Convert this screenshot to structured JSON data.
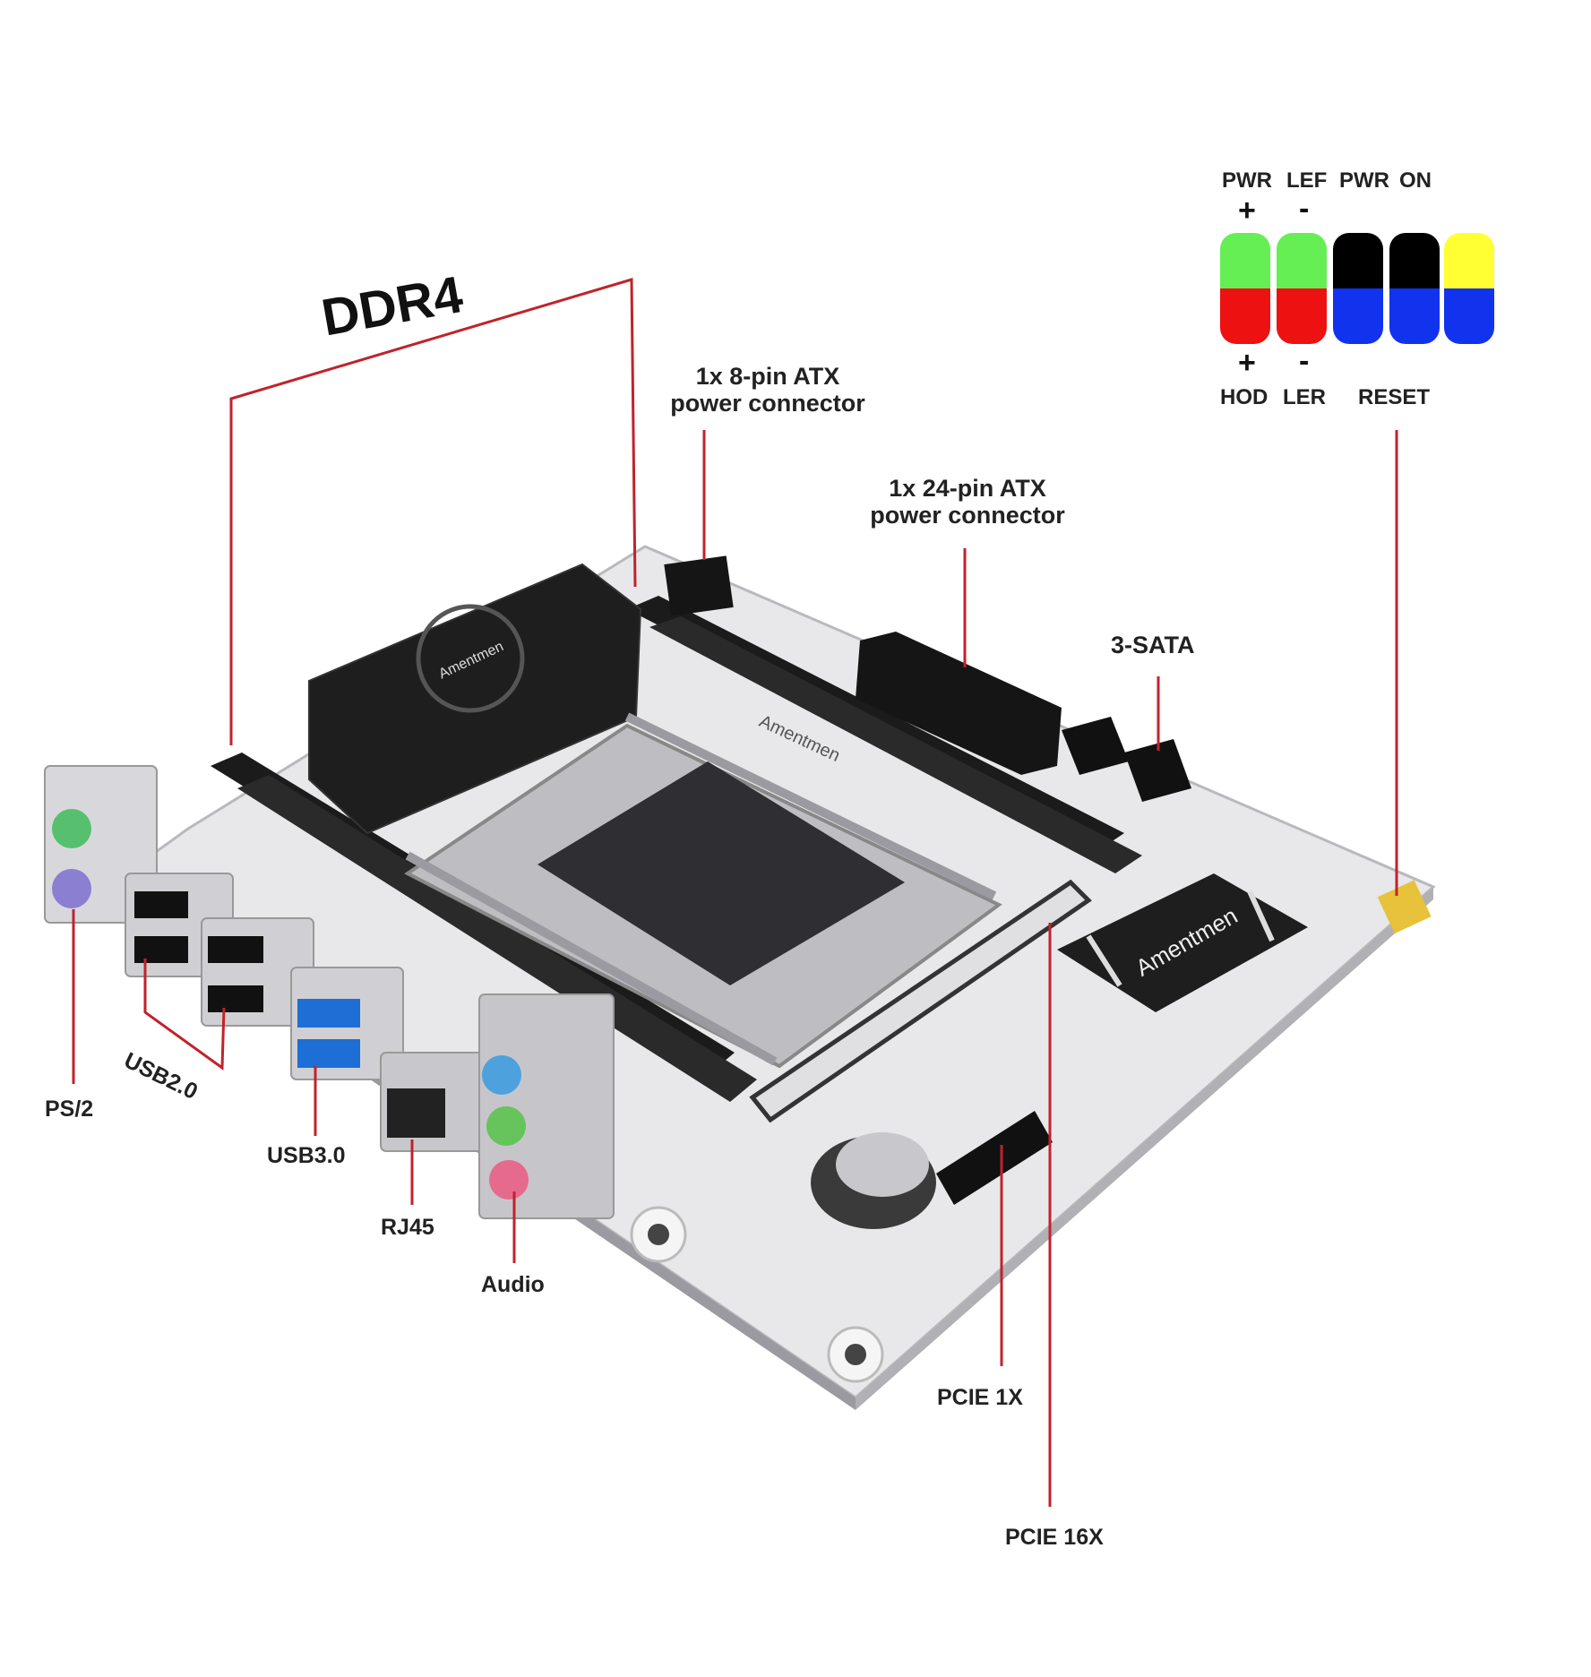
{
  "labels": {
    "ddr4": "DDR4",
    "atx8": [
      "1x 8-pin ATX",
      "power connector"
    ],
    "atx24": [
      "1x 24-pin ATX",
      "power connector"
    ],
    "sata": "3-SATA",
    "ps2": "PS/2",
    "usb2": "USB2.0",
    "usb3": "USB3.0",
    "rj45": "RJ45",
    "audio": "Audio",
    "pcie1": "PCIE 1X",
    "pcie16": "PCIE 16X"
  },
  "board_brand": [
    "Amentmen",
    "Amentmen",
    "Amentmen"
  ],
  "front_panel": {
    "top_labels": [
      "PWR",
      "LEF",
      "PWR",
      "ON"
    ],
    "top_signs": [
      "+",
      "-"
    ],
    "bottom_signs": [
      "+",
      "-"
    ],
    "bottom_labels": [
      "HOD",
      "LER",
      "RESET"
    ],
    "pins": [
      {
        "top": "#66ee55",
        "bottom": "#ee1111"
      },
      {
        "top": "#66ee55",
        "bottom": "#ee1111"
      },
      {
        "top": "#000000",
        "bottom": "#1133ee"
      },
      {
        "top": "#000000",
        "bottom": "#1133ee"
      },
      {
        "top": "#ffff33",
        "bottom": "#1133ee"
      }
    ]
  },
  "colors": {
    "leader_line": "#c0232b",
    "board": "#eeeeee",
    "heatsink": "#1e1e1e"
  }
}
